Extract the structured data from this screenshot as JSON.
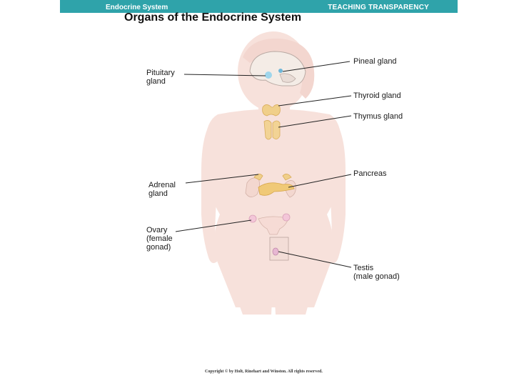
{
  "header": {
    "section": "Endocrine System",
    "tag": "TEACHING TRANSPARENCY"
  },
  "title": "Organs of the Endocrine System",
  "labels": {
    "pituitary": [
      "Pituitary",
      "gland"
    ],
    "pineal": [
      "Pineal gland"
    ],
    "thyroid": [
      "Thyroid gland"
    ],
    "thymus": [
      "Thymus gland"
    ],
    "adrenal": [
      "Adrenal",
      "gland"
    ],
    "pancreas": [
      "Pancreas"
    ],
    "ovary": [
      "Ovary",
      "(female",
      "gonad)"
    ],
    "testis": [
      "Testis",
      "(male gonad)"
    ]
  },
  "footer": "Copyright © by Holt, Rinehart and Winston. All rights reserved.",
  "colors": {
    "header_bg": "#2fa3aa",
    "body_fill": "#f7e1db",
    "gland_yellow": "#f0cf8a",
    "pituitary_blue": "#9fd6ec",
    "ovary_pink": "#f3c6d8"
  }
}
